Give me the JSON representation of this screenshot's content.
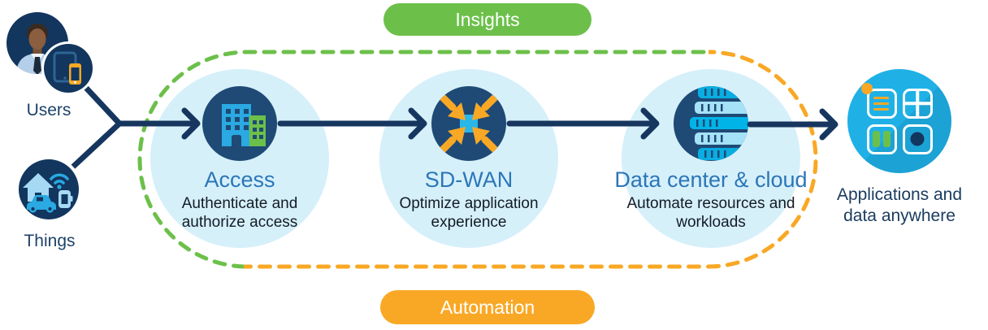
{
  "palette": {
    "navy_line": "#16365F",
    "icon_circle_navy": "#1E4A75",
    "dark_icon_navy": "#12365E",
    "stage_circle_fill": "#D6F0FA",
    "cyan": "#2AA9E2",
    "bright_cyan": "#1FB1E6",
    "green": "#6CC04A",
    "orange": "#F9A825",
    "title_blue": "#2B76B8",
    "subtitle_dark": "#131C26",
    "source_label_navy": "#1D4269"
  },
  "bands": {
    "top": "Insights",
    "bottom": "Automation"
  },
  "sources": [
    {
      "label": "Users",
      "icon": "user-avatar-icon + tablet-phone-icon"
    },
    {
      "label": "Things",
      "icon": "iot-things-icon (house, wifi, watch, car)"
    }
  ],
  "stages": [
    {
      "title": "Access",
      "subtitle": "Authenticate and authorize access",
      "icon": "buildings-icon"
    },
    {
      "title": "SD-WAN",
      "subtitle": "Optimize application experience",
      "icon": "converging-arrows-icon"
    },
    {
      "title": "Data center & cloud",
      "subtitle": "Automate resources and workloads",
      "icon": "server-stack-icon"
    }
  ],
  "destination": {
    "label": "Applications and data anywhere",
    "icon": "app-grid-icon"
  }
}
